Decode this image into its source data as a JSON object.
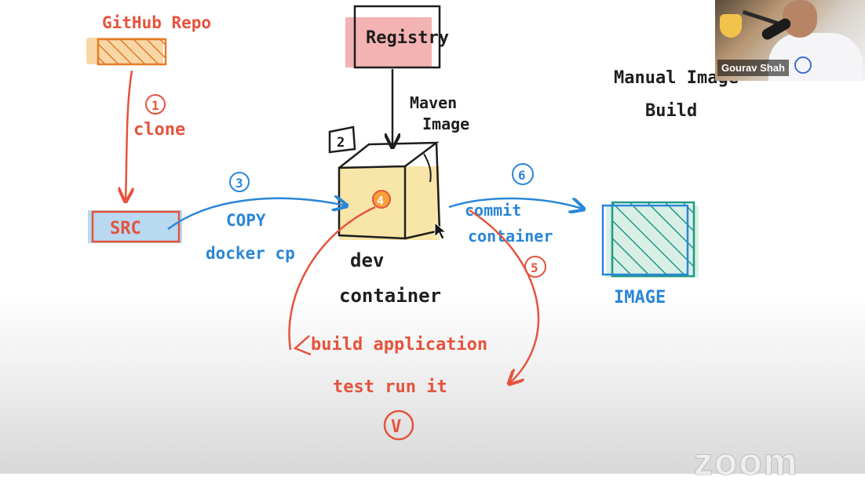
{
  "diagram": {
    "title_lines": [
      "Manual Image",
      "Build"
    ],
    "nodes": {
      "github_repo": "GitHub Repo",
      "registry": "Registry",
      "src": "SRC",
      "dev_container": [
        "dev",
        "container"
      ],
      "image": "IMAGE"
    },
    "edges": {
      "clone": {
        "step": "1",
        "label": "clone"
      },
      "maven_image": {
        "step": "2",
        "label_lines": [
          "Maven",
          "Image"
        ]
      },
      "copy": {
        "step": "3",
        "label_lines": [
          "COPY",
          "docker cp"
        ]
      },
      "build_test": {
        "step": "4",
        "label_lines": [
          "build application",
          "test run it"
        ]
      },
      "commit": {
        "step": "6",
        "label_lines": [
          "commit",
          "container"
        ]
      },
      "step5": {
        "step": "5"
      },
      "check": {
        "step": "V"
      }
    }
  },
  "video": {
    "participant_name": "Gourav Shah"
  },
  "watermark": "zoom",
  "colors": {
    "red": "#e5533d",
    "blue": "#2a86d8",
    "black": "#1e1e1e",
    "yellow": "#f8e6a8",
    "pink": "#f4b3b3",
    "light_blue": "#b8d9ef",
    "teal": "#29a895",
    "orange_box": "#f6a03a"
  }
}
